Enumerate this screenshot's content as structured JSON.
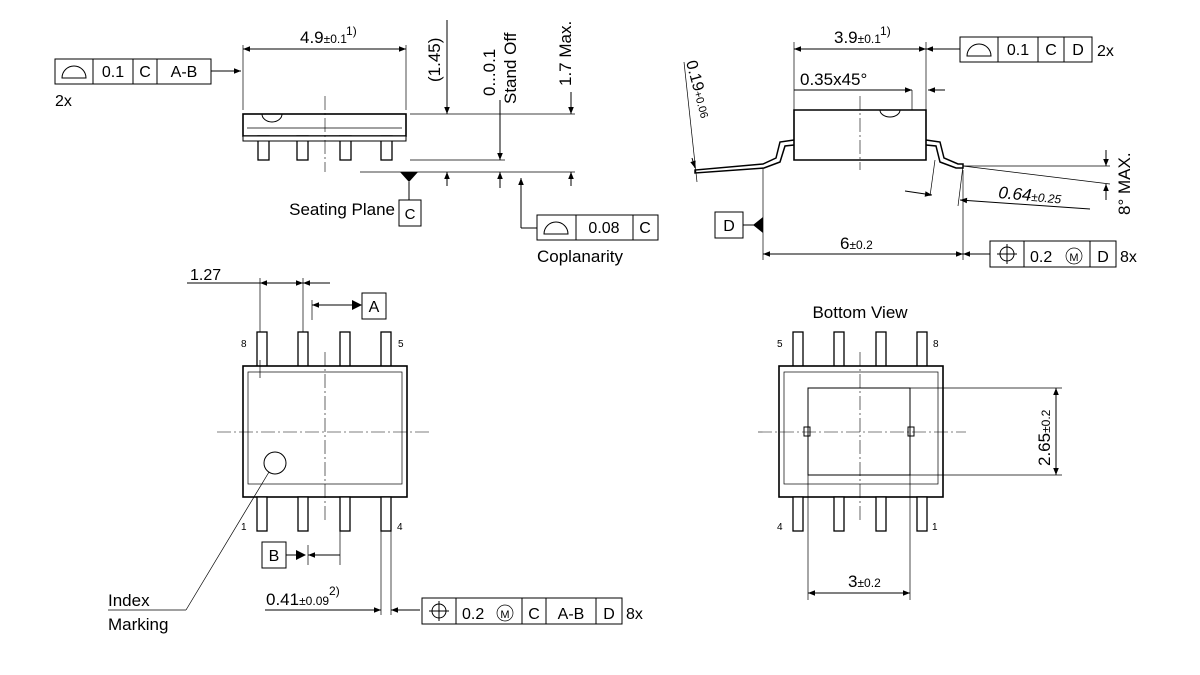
{
  "side_view": {
    "length_value": "4.9",
    "length_tol": "±0.1",
    "length_note": "1)",
    "flat_sym": "⌓",
    "flat_tol": "0.1",
    "flat_ref1": "C",
    "flat_ref2": "A-B",
    "flat_mult": "2x",
    "height_ref": "(1.45)",
    "standoff_value": "0...0.1",
    "standoff_label": "Stand Off",
    "max_height": "1.7 Max.",
    "seating_plane": "Seating Plane",
    "seating_datum": "C",
    "coplanarity_tol": "0.08",
    "coplanarity_ref": "C",
    "coplanarity_label": "Coplanarity"
  },
  "end_view": {
    "width_value": "3.9",
    "width_tol": "±0.1",
    "width_note": "1)",
    "flat_tol": "0.1",
    "flat_ref1": "C",
    "flat_ref2": "D",
    "flat_mult": "2x",
    "chamfer": "0.35x45°",
    "lead_thk": "0.19",
    "lead_thk_tol": "+0.06",
    "angle": "8° MAX.",
    "foot_value": "0.64",
    "foot_tol": "±0.25",
    "datum_d": "D",
    "span_value": "6",
    "span_tol": "±0.2",
    "pos_tol": "0.2",
    "pos_mod": "M",
    "pos_ref": "D",
    "pos_mult": "8x"
  },
  "top_view": {
    "pitch": "1.27",
    "datum_a": "A",
    "datum_b": "B",
    "pin_8": "8",
    "pin_5": "5",
    "pin_1": "1",
    "pin_4": "4",
    "lead_w_value": "0.41",
    "lead_w_tol": "±0.09",
    "lead_w_note": "2)",
    "pos_tol": "0.2",
    "pos_mod": "M",
    "pos_ref1": "C",
    "pos_ref2": "A-B",
    "pos_ref3": "D",
    "pos_mult": "8x",
    "index_line1": "Index",
    "index_line2": "Marking"
  },
  "bottom_view": {
    "title": "Bottom View",
    "pin_5": "5",
    "pin_8": "8",
    "pin_4": "4",
    "pin_1": "1",
    "pad_h_value": "2.65",
    "pad_h_tol": "±0.2",
    "pad_w_value": "3",
    "pad_w_tol": "±0.2"
  }
}
